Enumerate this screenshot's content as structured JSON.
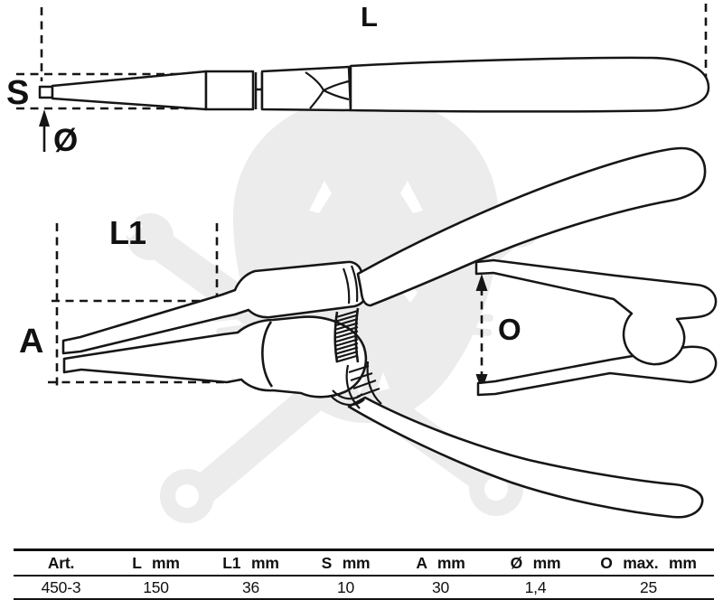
{
  "diagram": {
    "labels": {
      "total_length": "L",
      "tip_thickness": "S",
      "tip_diameter": "Ø",
      "jaw_length": "L1",
      "jaw_width": "A",
      "max_opening": "O"
    },
    "watermark": "cat-skull-with-crossed-wrenches-logo",
    "line_color": "#161616",
    "watermark_color": "#ececec"
  },
  "table": {
    "headers": [
      "Art.",
      "L mm",
      "L1 mm",
      "S mm",
      "A mm",
      "Ø mm",
      "O max. mm"
    ],
    "rows": [
      [
        "450-3",
        "150",
        "36",
        "10",
        "30",
        "1,4",
        "25"
      ]
    ]
  }
}
